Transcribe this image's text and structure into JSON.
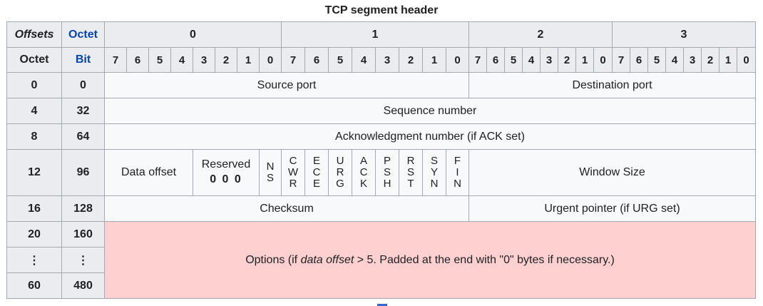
{
  "caption": "TCP segment header",
  "header": {
    "offsets_label": "Offsets",
    "octet_label": "Octet",
    "octets": [
      "0",
      "1",
      "2",
      "3"
    ],
    "octet_row_label": "Octet",
    "bit_row_label": "Bit",
    "bit_labels": [
      "7",
      "6",
      "5",
      "4",
      "3",
      "2",
      "1",
      "0"
    ]
  },
  "rows": [
    {
      "octet": "0",
      "bit": "0",
      "fields": [
        "Source port",
        "Destination port"
      ]
    },
    {
      "octet": "4",
      "bit": "32",
      "fields": [
        "Sequence number"
      ]
    },
    {
      "octet": "8",
      "bit": "64",
      "fields": [
        "Acknowledgment number (if ACK set)"
      ]
    },
    {
      "octet": "12",
      "bit": "96",
      "data_offset": "Data offset",
      "reserved_label": "Reserved",
      "reserved_value": "0 0 0",
      "flags": [
        [
          "N",
          "S"
        ],
        [
          "C",
          "W",
          "R"
        ],
        [
          "E",
          "C",
          "E"
        ],
        [
          "U",
          "R",
          "G"
        ],
        [
          "A",
          "C",
          "K"
        ],
        [
          "P",
          "S",
          "H"
        ],
        [
          "R",
          "S",
          "T"
        ],
        [
          "S",
          "Y",
          "N"
        ],
        [
          "F",
          "I",
          "N"
        ]
      ],
      "window_size": "Window Size"
    },
    {
      "octet": "16",
      "bit": "128",
      "fields": [
        "Checksum",
        "Urgent pointer (if URG set)"
      ]
    },
    {
      "octet": "20",
      "bit": "160"
    },
    {
      "octet": "⋮",
      "bit": "⋮"
    },
    {
      "octet": "60",
      "bit": "480"
    }
  ],
  "options": {
    "prefix": "Options (if ",
    "italic": "data offset",
    "suffix": " > 5. Padded at the end with \"0\" bytes if necessary.)"
  },
  "colors": {
    "header_bg": "#eaecf0",
    "cell_bg": "#f8f9fa",
    "options_bg": "#ffd0d0",
    "border": "#a2a9b1",
    "link_blue": "#0645ad"
  }
}
